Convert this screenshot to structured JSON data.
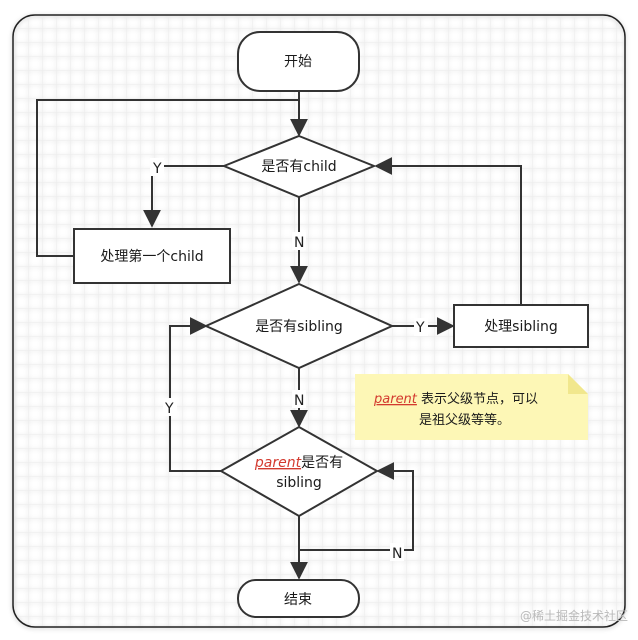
{
  "colors": {
    "stroke": "#333333",
    "grid": "#ececec",
    "note_fill": "#fdf7b6",
    "note_fold": "#f1e78d",
    "accent_red": "#d33a2f"
  },
  "nodes": {
    "start": "开始",
    "has_child": "是否有child",
    "process_child": "处理第一个child",
    "has_sibling": "是否有sibling",
    "process_sibling": "处理sibling",
    "parent_word": "parent",
    "parent_has_rest": "是否有",
    "parent_has_line2": "sibling",
    "end": "结束"
  },
  "edges": {
    "y_child": "Y",
    "n_child": "N",
    "y_sibling": "Y",
    "n_sibling": "N",
    "y_parent": "Y",
    "n_parent": "N"
  },
  "note": {
    "word": "parent",
    "line1_rest": " 表示父级节点，可以",
    "line2": "是祖父级等等。"
  },
  "watermark": "@稀土掘金技术社区"
}
